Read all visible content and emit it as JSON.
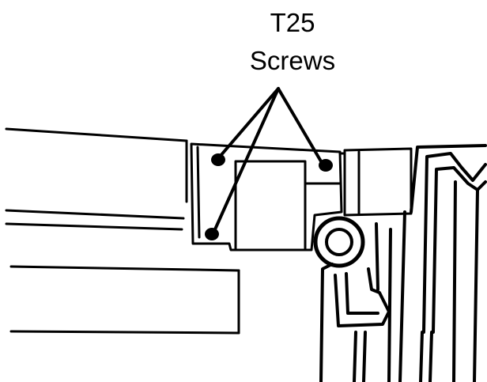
{
  "callout": {
    "line1": "T25",
    "line2": "Screws"
  },
  "colors": {
    "ink": "#000000",
    "background": "#ffffff"
  },
  "callout_marker_count": 3
}
